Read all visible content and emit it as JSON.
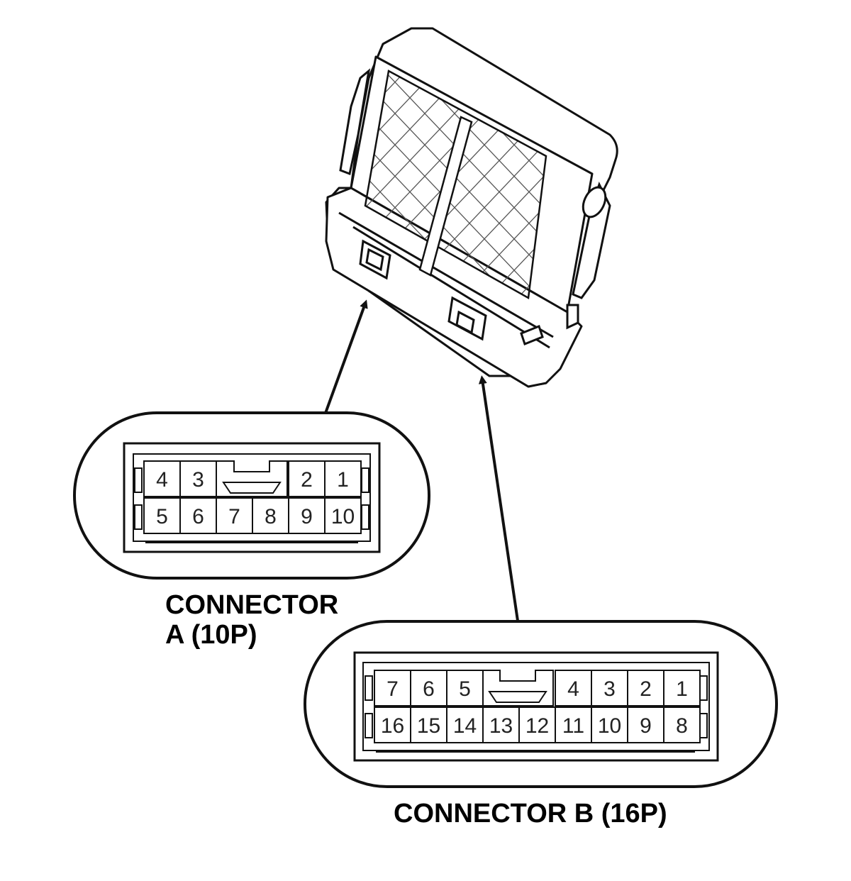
{
  "connector_a": {
    "label_line1": "CONNECTOR",
    "label_line2": "A (10P)",
    "top_row": [
      "4",
      "3",
      "",
      "",
      "2",
      "1"
    ],
    "bottom_row": [
      "5",
      "6",
      "7",
      "8",
      "9",
      "10"
    ]
  },
  "connector_b": {
    "label": "CONNECTOR B (16P)",
    "top_row": [
      "7",
      "6",
      "5",
      "",
      "",
      "4",
      "3",
      "2",
      "1"
    ],
    "bottom_row": [
      "16",
      "15",
      "14",
      "13",
      "12",
      "11",
      "10",
      "9",
      "8"
    ]
  },
  "colors": {
    "line": "#111111",
    "fill": "#ffffff"
  }
}
